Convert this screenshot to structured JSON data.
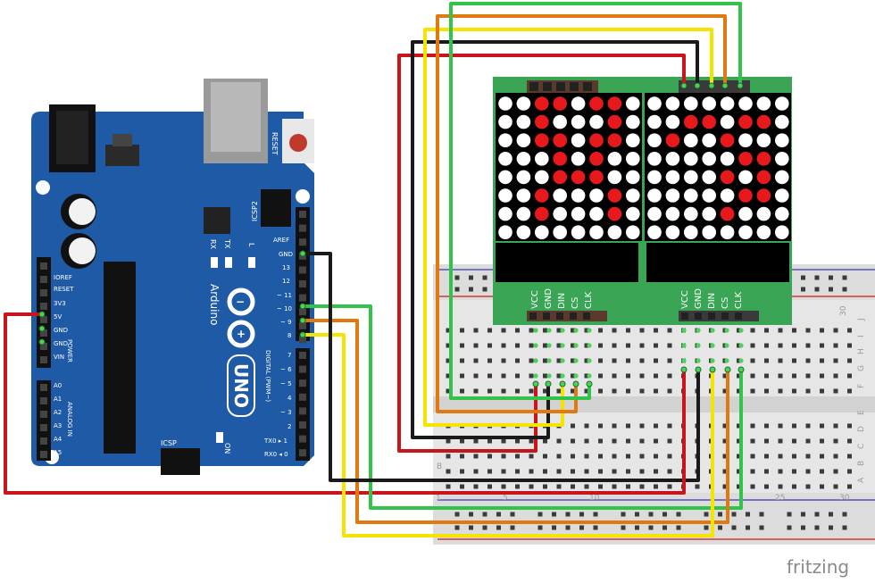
{
  "credit": "fritzing",
  "colors": {
    "board_blue": "#1f5aa6",
    "module_green": "#3aa655",
    "led_red": "#e8191c",
    "led_off": "#ffffff",
    "wire_red": "#c8141a",
    "wire_black": "#1a1a1a",
    "wire_yellow": "#f5e400",
    "wire_orange": "#e07a10",
    "wire_green": "#33c24a"
  },
  "arduino": {
    "brand": "Arduino",
    "model": "UNO",
    "reset_label": "RESET",
    "icsp_label": "ICSP",
    "icsp2_label": "ICSP2",
    "aref": "AREF",
    "digital_label": "DIGITAL (PWM~)",
    "power_label": "POWER",
    "analog_label": "ANALOG IN",
    "on_label": "ON",
    "led_labels": [
      "TX",
      "RX",
      "L"
    ],
    "power_pins": [
      "IOREF",
      "RESET",
      "3V3",
      "5V",
      "GND",
      "GND",
      "VIN"
    ],
    "analog_pins": [
      "A0",
      "A1",
      "A2",
      "A3",
      "A4",
      "A5"
    ],
    "digital_pins_top": [
      "GND",
      "13",
      "12",
      "~ 11",
      "~ 10",
      "~ 9",
      "8"
    ],
    "digital_pins_bottom": [
      "7",
      "~ 6",
      "~ 5",
      "4",
      "~ 3",
      "2",
      "TX0 ▸ 1",
      "RX0 ◂ 0"
    ]
  },
  "module": {
    "pin_labels": [
      "VCC",
      "GND",
      "DIN",
      "CS",
      "CLK"
    ],
    "matrix_left": [
      [
        0,
        0,
        1,
        1,
        0,
        1,
        1,
        0
      ],
      [
        0,
        0,
        1,
        0,
        0,
        0,
        1,
        0
      ],
      [
        0,
        0,
        1,
        1,
        0,
        1,
        1,
        0
      ],
      [
        0,
        0,
        0,
        1,
        0,
        1,
        0,
        0
      ],
      [
        0,
        0,
        0,
        1,
        1,
        1,
        0,
        0
      ],
      [
        0,
        0,
        1,
        0,
        0,
        0,
        1,
        0
      ],
      [
        0,
        0,
        1,
        0,
        0,
        0,
        1,
        0
      ],
      [
        0,
        0,
        0,
        0,
        0,
        0,
        0,
        0
      ]
    ],
    "matrix_right": [
      [
        0,
        0,
        0,
        0,
        0,
        0,
        0,
        0
      ],
      [
        0,
        0,
        1,
        1,
        0,
        1,
        1,
        0
      ],
      [
        0,
        1,
        0,
        0,
        1,
        0,
        0,
        0
      ],
      [
        0,
        0,
        0,
        0,
        0,
        1,
        1,
        0
      ],
      [
        0,
        0,
        0,
        0,
        1,
        0,
        1,
        0
      ],
      [
        0,
        0,
        0,
        0,
        0,
        1,
        1,
        0
      ],
      [
        0,
        0,
        0,
        0,
        1,
        0,
        0,
        0
      ],
      [
        0,
        0,
        0,
        0,
        0,
        0,
        0,
        0
      ]
    ]
  },
  "breadboard": {
    "column_numbers": [
      "1",
      "5",
      "10",
      "25",
      "30"
    ],
    "row_letters_right_top": [
      "F",
      "G",
      "H",
      "I",
      "J"
    ],
    "row_letters_right_bottom": [
      "A",
      "B",
      "C",
      "D",
      "E"
    ],
    "row_letters_left": [
      "B"
    ]
  }
}
